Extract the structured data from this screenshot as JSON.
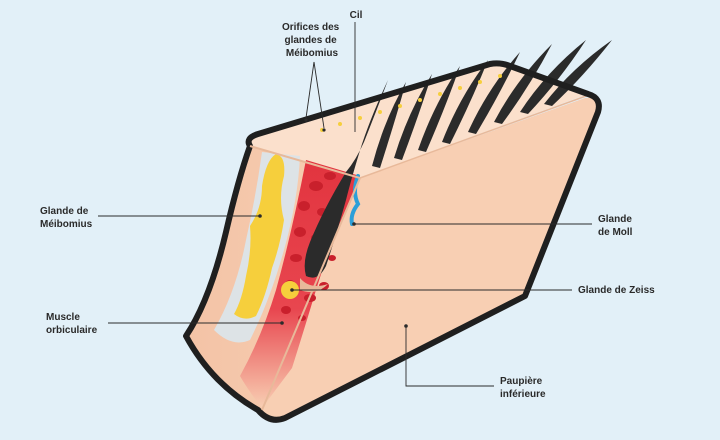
{
  "labels": {
    "orifices": [
      "Orifices des",
      "glandes de",
      "Méibomius"
    ],
    "cil": [
      "Cil"
    ],
    "meibomius": [
      "Glande de",
      "Méibomius"
    ],
    "moll": [
      "Glande",
      "de Moll"
    ],
    "zeiss": [
      "Glande de Zeiss"
    ],
    "muscle": [
      "Muscle",
      "orbiculaire"
    ],
    "paupiere": [
      "Paupière",
      "inférieure"
    ]
  },
  "colors": {
    "background": "#e2f0f8",
    "skin": "#f8cfb3",
    "skin_top": "#fbe0cc",
    "outline": "#1f1f1f",
    "muscle_red": "#e2343f",
    "gland_yellow": "#f6cf3c",
    "moll_blue": "#2d9fd8",
    "tarsal_plate": "#dde3e6"
  }
}
